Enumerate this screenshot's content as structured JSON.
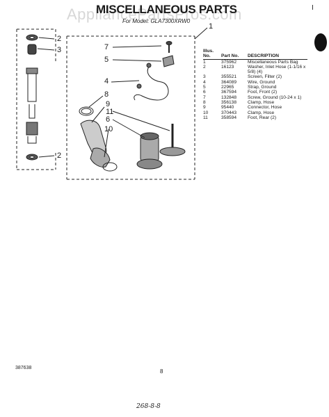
{
  "header": {
    "title": "MISCELLANEOUS PARTS",
    "model_line": "For Model: GLA7300XRW0",
    "watermark": "AppliancePartsPros.com",
    "corner_mark": "I"
  },
  "callouts": [
    "1",
    "2",
    "3",
    "4",
    "5",
    "6",
    "7",
    "8",
    "9",
    "10",
    "11",
    "2"
  ],
  "parts_table": {
    "columns": [
      "Illus. No.",
      "Part No.",
      "DESCRIPTION"
    ],
    "rows": [
      {
        "illus": "1",
        "part": "375962",
        "desc": "Miscellaneous Parts Bag"
      },
      {
        "illus": "2",
        "part": "16123",
        "desc": "Washer, Inlet Hose (1-1/16 x 5/8) (4)"
      },
      {
        "illus": "3",
        "part": "355521",
        "desc": "Screen, Filter (2)"
      },
      {
        "illus": "4",
        "part": "364089",
        "desc": "Wire, Ground"
      },
      {
        "illus": "5",
        "part": "22965",
        "desc": "Strap, Ground"
      },
      {
        "illus": "6",
        "part": "367594",
        "desc": "Foot, Front (2)"
      },
      {
        "illus": "7",
        "part": "132848",
        "desc": "Screw, Ground (10-24 x 1)"
      },
      {
        "illus": "8",
        "part": "356138",
        "desc": "Clamp, Hose"
      },
      {
        "illus": "9",
        "part": "95440",
        "desc": "Connector, Hose"
      },
      {
        "illus": "10",
        "part": "370443",
        "desc": "Clamp, Hose"
      },
      {
        "illus": "11",
        "part": "358594",
        "desc": "Foot, Rear (2)"
      }
    ]
  },
  "footer": {
    "doc_number": "387638",
    "page_number": "8",
    "handwritten_note": "268-8-8"
  }
}
